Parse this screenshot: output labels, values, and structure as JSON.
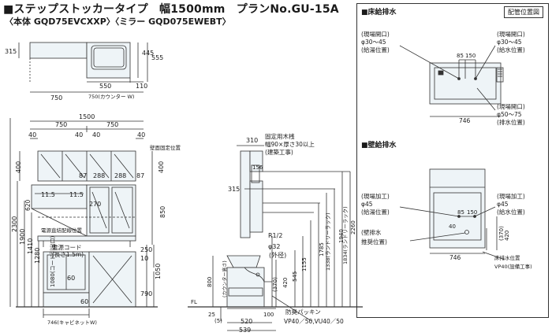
{
  "header": {
    "title": "■ステップストッカータイプ　幅1500mm　プランNo.GU-15A",
    "subtitle": "〈本体 GQD75EVCXXP〉〈ミラー GQD075EWEBT〉"
  },
  "plan_view": {
    "dims": [
      "315",
      "445",
      "555",
      "550",
      "110",
      "750",
      "750(カウンター W)"
    ]
  },
  "front_view": {
    "dims": [
      "1500",
      "750",
      "750",
      "40",
      "40",
      "40",
      "40",
      "400",
      "400",
      "87",
      "288",
      "288",
      "87",
      "11.5",
      "11.5",
      "270",
      "620",
      "850",
      "2300",
      "1900",
      "1410",
      "1280",
      "1080(コード引出口)",
      "250",
      "10",
      "1050",
      "790",
      "60",
      "60",
      "746(キャビネットW)"
    ],
    "labels": [
      "壁面固定位置",
      "電源直結配線位置",
      "電源コード",
      "(長さ1.5m)"
    ]
  },
  "side_view": {
    "dims": [
      "310",
      "156",
      "315",
      "R1/2",
      "φ32",
      "(外径)",
      "800",
      "(カウンター高さ)",
      "1155",
      "1338(ランドリーラック)",
      "1785",
      "1834(ランドリーラック)",
      "1940",
      "2260",
      "(370)",
      "420",
      "545",
      "FL",
      "25",
      "(5)",
      "100",
      "520",
      "539"
    ],
    "labels": [
      "固定用木桟",
      "幅90×厚さ30以上",
      "(建築工事)",
      "防臭パッキン",
      "VP40／50,VU40／50"
    ]
  },
  "panel": {
    "tag": "配管位置図",
    "floor": {
      "title": "■床給排水",
      "dims": [
        "85",
        "150",
        "746"
      ],
      "notes_left": [
        "(現場開口)",
        "φ30〜45",
        "(給湯位置)"
      ],
      "notes_right": [
        "(現場開口)",
        "φ30〜45",
        "(給水位置)"
      ],
      "notes_drain": [
        "(現場開口)",
        "φ50〜75",
        "(排水位置)"
      ]
    },
    "wall": {
      "title": "■壁給排水",
      "dims": [
        "85",
        "150",
        "40",
        "(370)",
        "420",
        "746"
      ],
      "notes_left": [
        "(現場加工)",
        "φ45",
        "(給湯位置)"
      ],
      "notes_right": [
        "(現場加工)",
        "φ45",
        "(給水位置)"
      ],
      "notes_drain": [
        "(壁排水",
        "推奨位置)"
      ],
      "notes_bottom": [
        "床排水位置",
        "VP40(設備工事)"
      ]
    }
  }
}
